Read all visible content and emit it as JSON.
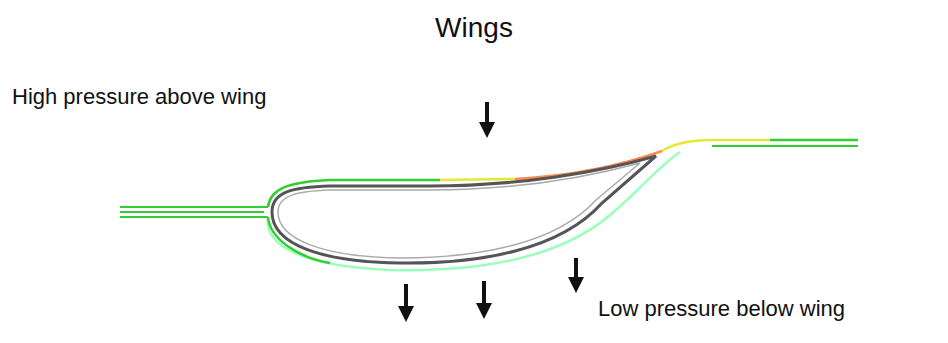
{
  "diagram": {
    "title": "Wings",
    "labels": [
      "High pressure above wing",
      "Low pressure below wing"
    ]
  }
}
